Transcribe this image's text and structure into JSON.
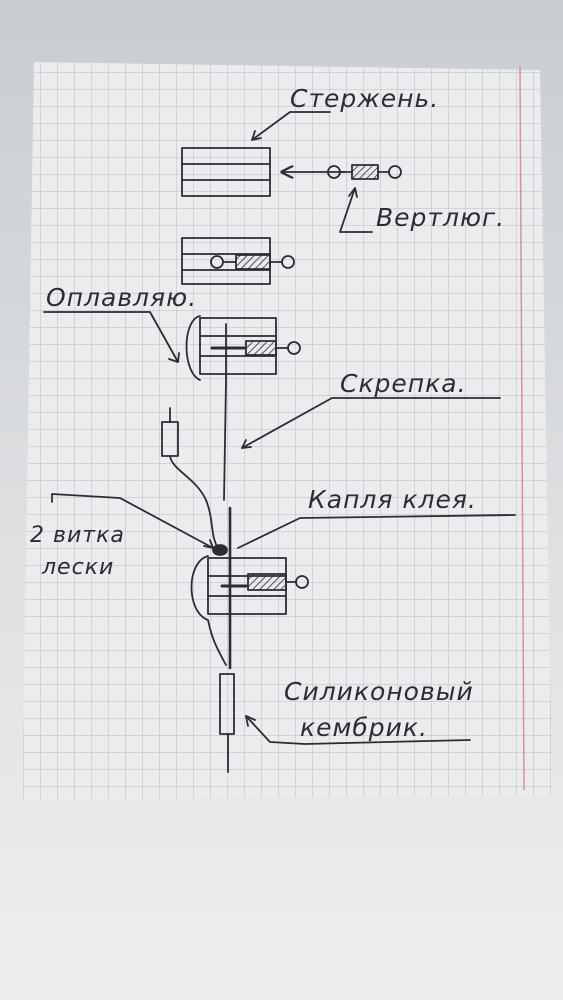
{
  "diagram": {
    "labels": {
      "rod": "Стержень.",
      "swivel": "Вертлюг.",
      "melt": "Оплавляю.",
      "clip": "Скрепка.",
      "glue": "Капля клея.",
      "turns_line1": "2 витка",
      "turns_line2": "лески",
      "tube_line1": "Силиконовый",
      "tube_line2": "кембрик."
    },
    "colors": {
      "paper": "#e9eaec",
      "grid": "#b4bcc8",
      "margin_line": "#e28aa6",
      "ink": "#2b2d33"
    }
  }
}
